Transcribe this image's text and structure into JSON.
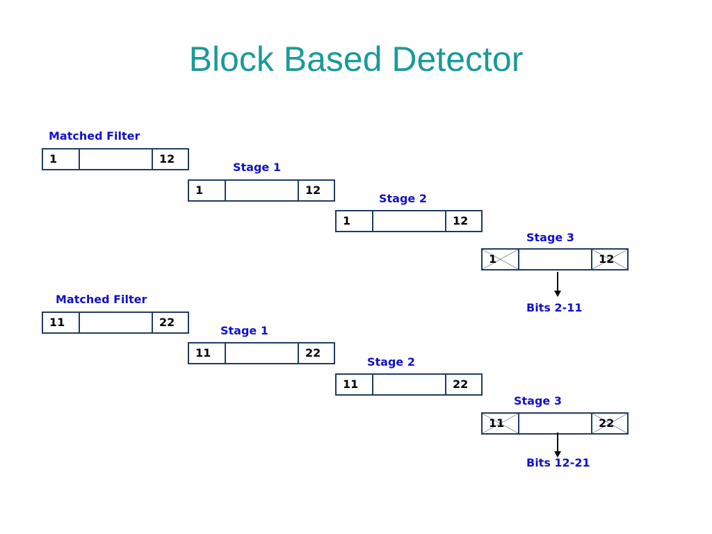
{
  "title": "Block Based Detector",
  "groups": [
    {
      "matched_filter_label": "Matched Filter",
      "stage1_label": "Stage 1",
      "stage2_label": "Stage 2",
      "stage3_label": "Stage 3",
      "first": "1",
      "last": "12",
      "bits_label": "Bits 2-11"
    },
    {
      "matched_filter_label": "Matched Filter",
      "stage1_label": "Stage 1",
      "stage2_label": "Stage 2",
      "stage3_label": "Stage 3",
      "first": "11",
      "last": "22",
      "bits_label": "Bits 12-21"
    }
  ],
  "colors": {
    "title": "#1a9a98",
    "label": "#1010cc",
    "border": "#1f3a60"
  },
  "icons": {
    "crossed_cell": "crossed-out-cell-icon",
    "output_arrow": "arrow-down-icon"
  }
}
